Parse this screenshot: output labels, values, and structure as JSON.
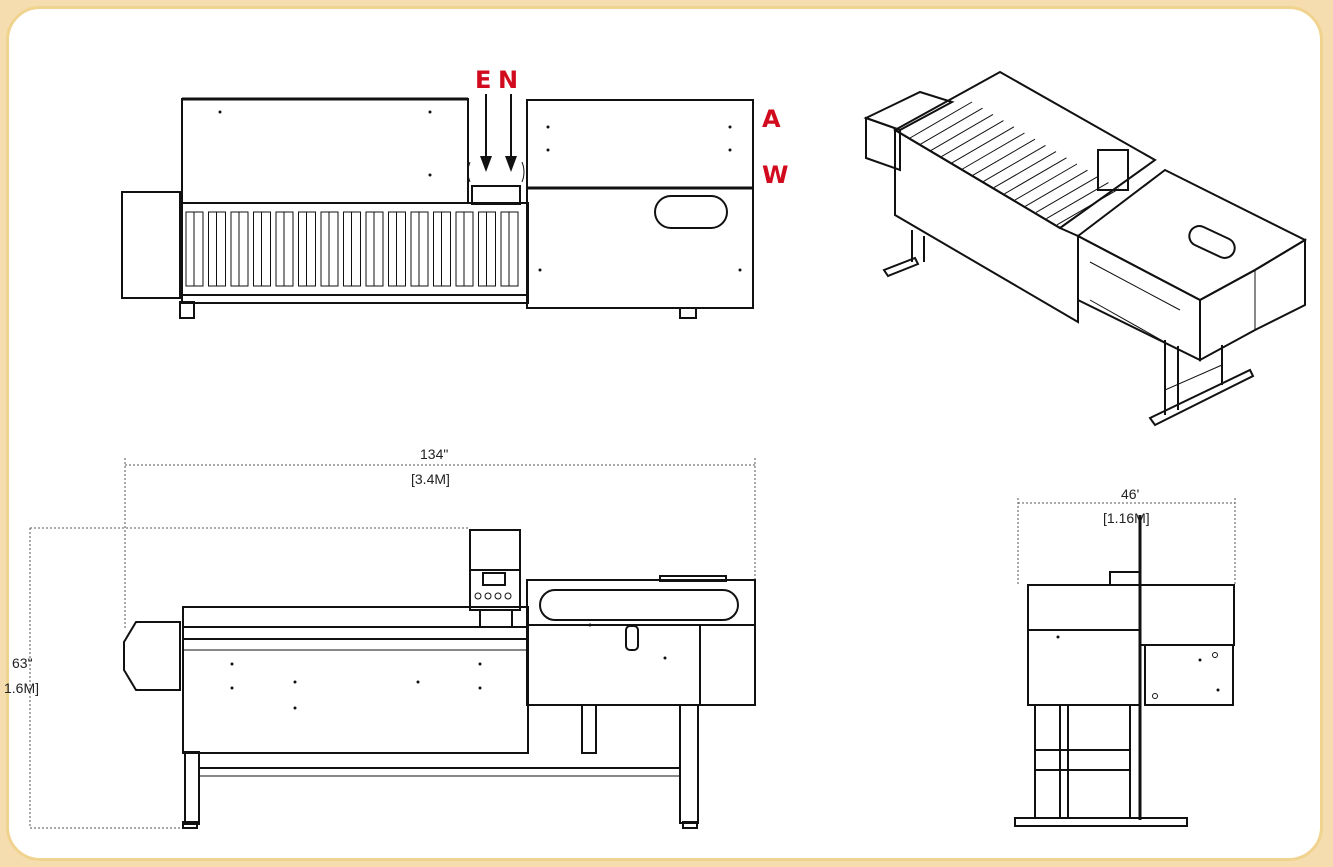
{
  "labels": {
    "e": "E",
    "n": "N",
    "a": "A",
    "w": "W"
  },
  "dimensions": {
    "length_in": "134\"",
    "length_m": "[3.4M]",
    "height_in": "63\"",
    "height_m": "1.6M]",
    "width_in": "46'",
    "width_m": "[1.16M]"
  },
  "colors": {
    "label_red": "#d10a1e",
    "frame_border": "#f0d38e",
    "outer_bg": "#f6ddb0"
  }
}
